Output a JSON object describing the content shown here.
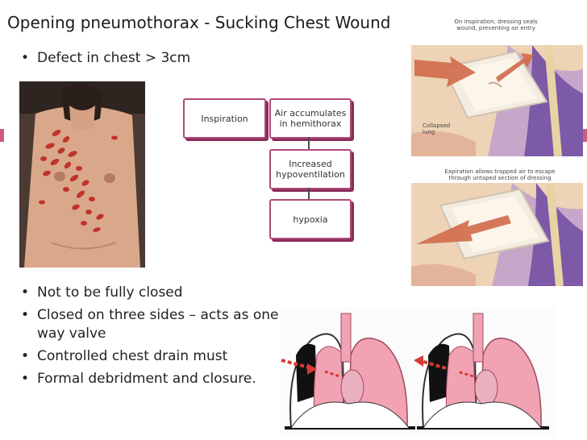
{
  "slide": {
    "title": "Opening pneumothorax  - Sucking Chest Wound"
  },
  "bullets_top": [
    "Defect in chest > 3cm"
  ],
  "bullets_bottom": [
    "Not to be fully closed",
    "Closed on three sides – acts as one way valve",
    "Controlled chest drain must",
    "Formal debridment and closure."
  ],
  "flow": {
    "inspiration": "Inspiration",
    "air_accumulates": [
      "Air accumulates",
      "in hemithorax"
    ],
    "increased": [
      "Increased",
      "hypoventilation"
    ],
    "hypoxia": "hypoxia"
  },
  "illustration": {
    "inspiration_caption": [
      "On inspiration, dressing seals",
      "wound, preventing air entry"
    ],
    "collapsed_lung": [
      "Collapsed",
      "lung"
    ],
    "expiration_caption": [
      "Expiration allows trapped air to escape",
      "through untaped section of dressing"
    ]
  },
  "colors": {
    "accent": "#b0487a",
    "shadow": "#8a2c5a",
    "lung_pink": "#f2a3b3"
  }
}
